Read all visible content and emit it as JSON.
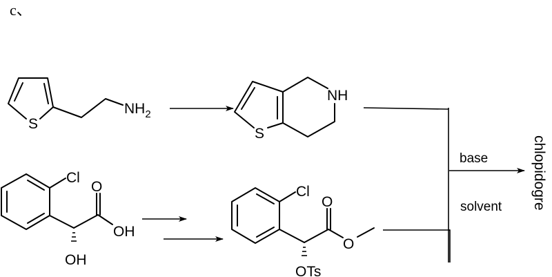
{
  "figure": {
    "label": "c、",
    "type": "reaction-scheme",
    "colors": {
      "ink": "#000000",
      "background": "#ffffff"
    }
  },
  "route_top": {
    "starting_material": {
      "name": "2-(thiophen-2-yl)ethanamine",
      "atoms": {
        "sulfur": "S",
        "amine": "NH",
        "amine_subscript": "2"
      }
    },
    "intermediate": {
      "name": "4,5,6,7-tetrahydrothieno[3,2-c]pyridine",
      "atoms": {
        "sulfur": "S",
        "amine": "NH"
      }
    }
  },
  "route_bottom": {
    "starting_material": {
      "name": "(R)-2-chloromandelic acid",
      "atoms": {
        "chloro": "Cl",
        "carbonyl_o": "O",
        "acid_oh": "OH",
        "alpha_oh": "OH"
      }
    },
    "intermediate": {
      "name": "methyl (R)-2-chloro-2-(tosyloxy)phenylacetate",
      "atoms": {
        "chloro": "Cl",
        "carbonyl_o": "O",
        "ester_o": "O",
        "tosylate": "OTs"
      }
    }
  },
  "coupling": {
    "condition_above": "base",
    "condition_below": "solvent",
    "product": "chlopidogre"
  }
}
